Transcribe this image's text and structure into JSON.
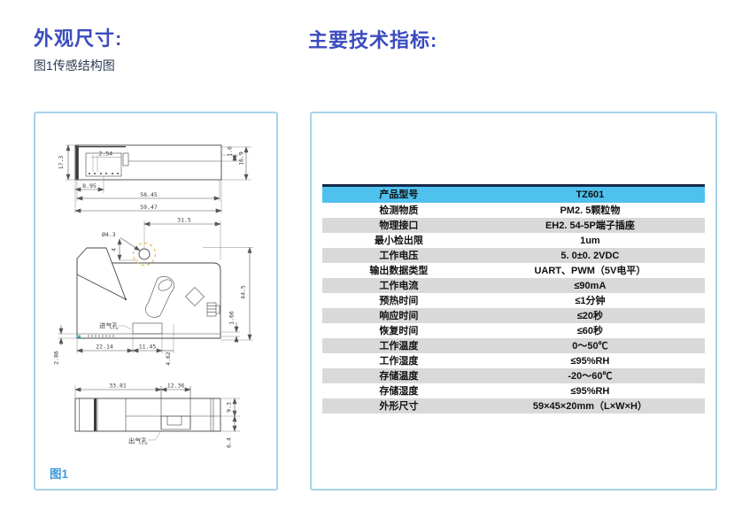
{
  "page": {
    "left_heading": "外观尺寸:",
    "right_heading": "主要技术指标:",
    "figure_caption": "图1传感结构图",
    "accent_color": "#3b4cc0",
    "panel_border_color": "#a8d3ea",
    "table_header_bg": "#4ec1ef",
    "table_alt_row_bg": "#d9d9d9",
    "figure_label_color": "#3f9cd9"
  },
  "drawing": {
    "figure_label": "图1",
    "inlet_label": "进气孔",
    "outlet_label": "出气孔",
    "dims": {
      "top": {
        "height_left": "17.3",
        "pin_pitch": "2.54",
        "connector_offset": "8.95",
        "body_length": "58.45",
        "total_length": "59.47",
        "lip": "1.6",
        "height_right": "16.9"
      },
      "front": {
        "hole_to_edge": "31.5",
        "hole_diameter": "Ø4.3",
        "hole_offset": "4",
        "total_height": "44.5",
        "base_step": "1.66",
        "base_height": "2.86",
        "inlet_offset": "22.14",
        "inlet_width": "11.45",
        "inlet_gap": "4.62"
      },
      "bottom": {
        "outlet_offset": "33.81",
        "outlet_width": "12.36",
        "upper_height": "9.3",
        "lower_height": "6.4"
      }
    }
  },
  "spec_table": {
    "header_key": "产品型号",
    "header_value": "TZ601",
    "rows": [
      [
        "检测物质",
        "PM2. 5颗粒物"
      ],
      [
        "物理接口",
        "EH2. 54-5P端子插座"
      ],
      [
        "最小检出限",
        "1um"
      ],
      [
        "工作电压",
        "5. 0±0. 2VDC"
      ],
      [
        "输出数据类型",
        "UART、PWM（5V电平）"
      ],
      [
        "工作电流",
        "≤90mA"
      ],
      [
        "预热时间",
        "≤1分钟"
      ],
      [
        "响应时间",
        "≤20秒"
      ],
      [
        "恢复时间",
        "≤60秒"
      ],
      [
        "工作温度",
        "0～50℃"
      ],
      [
        "工作湿度",
        "≤95%RH"
      ],
      [
        "存储温度",
        "-20～60℃"
      ],
      [
        "存储湿度",
        "≤95%RH"
      ],
      [
        "外形尺寸",
        "59×45×20mm（L×W×H）"
      ]
    ]
  }
}
